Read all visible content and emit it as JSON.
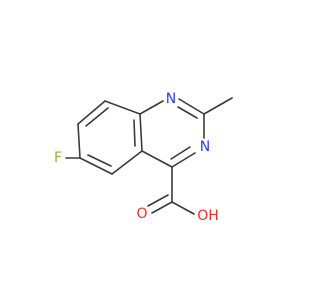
{
  "molecule": {
    "atoms": {
      "nitrogen_1": {
        "symbol": "N",
        "color": "#2f3cff"
      },
      "nitrogen_3": {
        "symbol": "N",
        "color": "#2f3cff"
      },
      "fluorine": {
        "symbol": "F",
        "color": "#9aad3a"
      },
      "carbonyl_oxygen": {
        "symbol": "O",
        "color": "#ff2a2a"
      },
      "hydroxyl_oxygen": {
        "symbol": "OH",
        "color": "#ff2a2a"
      }
    },
    "bond_color": "#3a3a3a"
  }
}
